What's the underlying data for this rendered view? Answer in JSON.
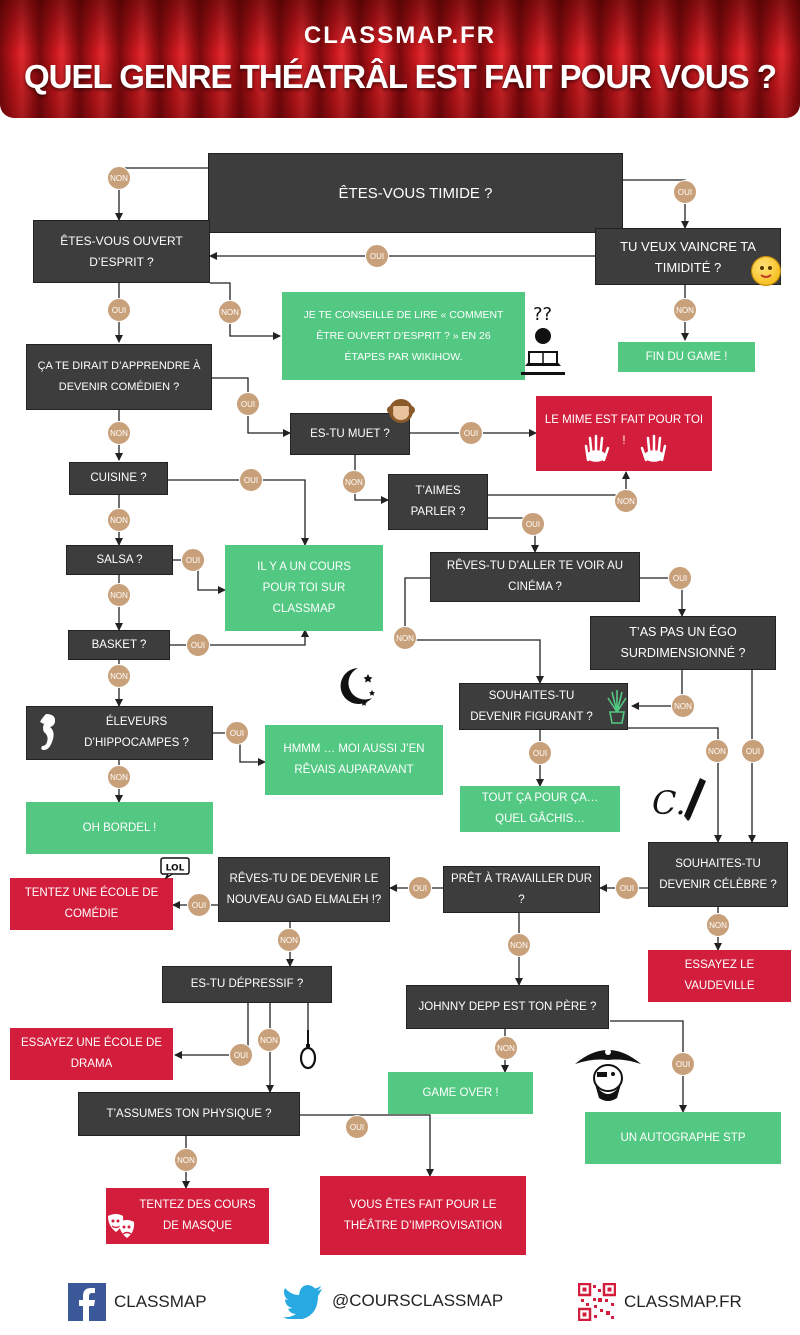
{
  "header": {
    "site": "CLASSMAP.FR",
    "title": "QUEL GENRE THÉATRÂL EST FAIT POUR VOUS ?"
  },
  "answers": {
    "yes": "OUI",
    "no": "NON"
  },
  "nodes": {
    "timide": "ÊTES-VOUS TIMIDE ?",
    "ouvert": "ÊTES-VOUS  OUVERT D’ESPRIT ?",
    "vaincre": "TU VEUX VAINCRE  TA TIMIDITÉ ?",
    "conseil": "JE TE CONSEILLE DE LIRE « COMMENT ÊTRE OUVERT D’ESPRIT ? » EN 26 ÉTAPES PAR WIKIHOW.",
    "fin_game": "FIN DU GAME !",
    "comedien": "ÇA TE DIRAIT D’APPRENDRE À DEVENIR COMÉDIEN ?",
    "muet": "ES-TU MUET ?",
    "mime": "LE MIME EST FAIT POUR TOI !",
    "cuisine": "CUISINE ?",
    "aimes_parler": "T’AIMES PARLER ?",
    "salsa": "SALSA ?",
    "cours_classmap": "IL Y A UN COURS POUR TOI SUR CLASSMAP",
    "reves_cinema": "RÊVES-TU D’ALLER TE VOIR AU CINÉMA ?",
    "ego": "T’AS PAS UN ÉGO SURDIMENSIONNÉ ?",
    "basket": "BASKET ?",
    "figurant": "SOUHAITES-TU DEVENIR FIGURANT ?",
    "hippocampes": "ÉLEVEURS D’HIPPOCAMPES ?",
    "hmmm": "HMMM … MOI AUSSI J’EN RÊVAIS AUPARAVANT",
    "tout_ca": "TOUT ÇA POUR ÇA… QUEL GÂCHIS…",
    "oh_bordel": "OH BORDEL !",
    "celebre": "SOUHAITES-TU DEVENIR CÉLÈBRE ?",
    "gad": "RÊVES-TU  DE DEVENIR LE NOUVEAU GAD ELMALEH !?",
    "travailler": "PRÊT À TRAVAILLER DUR ?",
    "ecole_comedie": "TENTEZ UNE ÉCOLE DE COMÉDIE",
    "vaudeville": "ESSAYEZ LE VAUDEVILLE",
    "depressif": "ES-TU DÉPRESSIF ?",
    "depp": "JOHNNY DEPP EST TON PÈRE ?",
    "drama": "ESSAYEZ UNE ÉCOLE DE DRAMA",
    "game_over": "GAME OVER !",
    "physique": "T’ASSUMES TON PHYSIQUE ?",
    "autographe": "UN AUTOGRAPHE STP",
    "masque": "TENTEZ DES COURS DE MASQUE",
    "improvisation": "VOUS ÊTES FAIT POUR LE THÉÂTRE D’IMPROVISATION"
  },
  "badge_lol": "LOL",
  "colors": {
    "question": "#3d3d3d",
    "suggestion": "#52c882",
    "result": "#d21e3c",
    "answer": "#c8a07a",
    "curtain": "#c4161c"
  },
  "footer": {
    "facebook": "CLASSMAP",
    "twitter": "@COURSCLASSMAP",
    "website": "CLASSMAP.FR"
  },
  "icons": [
    "facebook-icon",
    "twitter-icon",
    "qr-code-icon",
    "reading-person-icon",
    "monkey-icon",
    "hands-icon",
    "moon-stars-icon",
    "seahorse-icon",
    "plant-icon",
    "pen-icon",
    "noose-icon",
    "pirate-icon",
    "masks-icon",
    "smiley-icon"
  ]
}
